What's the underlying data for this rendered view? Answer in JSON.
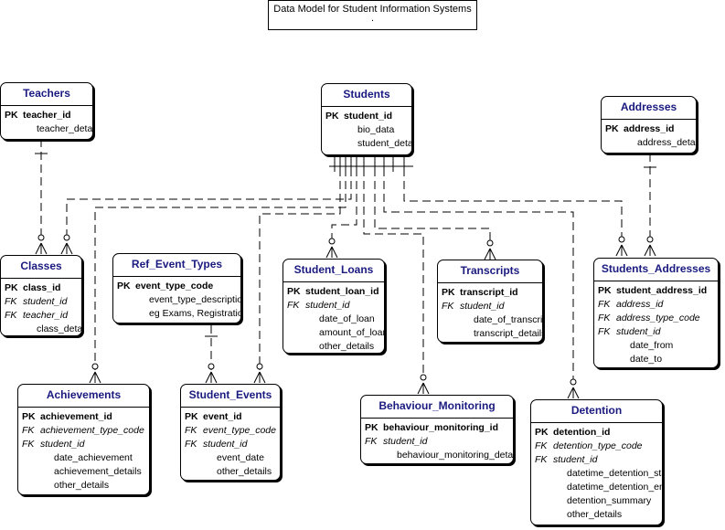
{
  "diagram": {
    "title": "Data Model for Student Information Systems",
    "title_dot": "."
  },
  "entities": {
    "teachers": {
      "name": "Teachers",
      "rows": [
        {
          "key": "PK",
          "field": "teacher_id"
        },
        {
          "key": "",
          "field": "teacher_details"
        }
      ]
    },
    "students": {
      "name": "Students",
      "rows": [
        {
          "key": "PK",
          "field": "student_id"
        },
        {
          "key": "",
          "field": "bio_data"
        },
        {
          "key": "",
          "field": "student_details"
        }
      ]
    },
    "addresses": {
      "name": "Addresses",
      "rows": [
        {
          "key": "PK",
          "field": "address_id"
        },
        {
          "key": "",
          "field": "address_details"
        }
      ]
    },
    "classes": {
      "name": "Classes",
      "rows": [
        {
          "key": "PK",
          "field": "class_id"
        },
        {
          "key": "FK",
          "field": "student_id"
        },
        {
          "key": "FK",
          "field": "teacher_id"
        },
        {
          "key": "",
          "field": "class_details"
        }
      ]
    },
    "ref_event_types": {
      "name": "Ref_Event_Types",
      "rows": [
        {
          "key": "PK",
          "field": "event_type_code"
        },
        {
          "key": "",
          "field": "event_type_description"
        },
        {
          "key": "",
          "field": "eg Exams, Registration"
        }
      ]
    },
    "student_loans": {
      "name": "Student_Loans",
      "rows": [
        {
          "key": "PK",
          "field": "student_loan_id"
        },
        {
          "key": "FK",
          "field": "student_id"
        },
        {
          "key": "",
          "field": "date_of_loan"
        },
        {
          "key": "",
          "field": "amount_of_loan"
        },
        {
          "key": "",
          "field": "other_details"
        }
      ]
    },
    "transcripts": {
      "name": "Transcripts",
      "rows": [
        {
          "key": "PK",
          "field": "transcript_id"
        },
        {
          "key": "FK",
          "field": "student_id"
        },
        {
          "key": "",
          "field": "date_of_transcript"
        },
        {
          "key": "",
          "field": "transcript_details"
        }
      ]
    },
    "students_addresses": {
      "name": "Students_Addresses",
      "rows": [
        {
          "key": "PK",
          "field": "student_address_id"
        },
        {
          "key": "FK",
          "field": "address_id"
        },
        {
          "key": "FK",
          "field": "address_type_code"
        },
        {
          "key": "FK",
          "field": "student_id"
        },
        {
          "key": "",
          "field": "date_from"
        },
        {
          "key": "",
          "field": "date_to"
        }
      ]
    },
    "achievements": {
      "name": "Achievements",
      "rows": [
        {
          "key": "PK",
          "field": "achievement_id"
        },
        {
          "key": "FK",
          "field": "achievement_type_code"
        },
        {
          "key": "FK",
          "field": "student_id"
        },
        {
          "key": "",
          "field": "date_achievement"
        },
        {
          "key": "",
          "field": "achievement_details"
        },
        {
          "key": "",
          "field": "other_details"
        }
      ]
    },
    "student_events": {
      "name": "Student_Events",
      "rows": [
        {
          "key": "PK",
          "field": "event_id"
        },
        {
          "key": "FK",
          "field": "event_type_code"
        },
        {
          "key": "FK",
          "field": "student_id"
        },
        {
          "key": "",
          "field": "event_date"
        },
        {
          "key": "",
          "field": "other_details"
        }
      ]
    },
    "behaviour_monitoring": {
      "name": "Behaviour_Monitoring",
      "rows": [
        {
          "key": "PK",
          "field": "behaviour_monitoring_id"
        },
        {
          "key": "FK",
          "field": "student_id"
        },
        {
          "key": "",
          "field": "behaviour_monitoring_details"
        }
      ]
    },
    "detention": {
      "name": "Detention",
      "rows": [
        {
          "key": "PK",
          "field": "detention_id"
        },
        {
          "key": "FK",
          "field": "detention_type_code"
        },
        {
          "key": "FK",
          "field": "student_id"
        },
        {
          "key": "",
          "field": "datetime_detention_start"
        },
        {
          "key": "",
          "field": "datetime_detention_end"
        },
        {
          "key": "",
          "field": "detention_summary"
        },
        {
          "key": "",
          "field": "other_details"
        }
      ]
    }
  }
}
